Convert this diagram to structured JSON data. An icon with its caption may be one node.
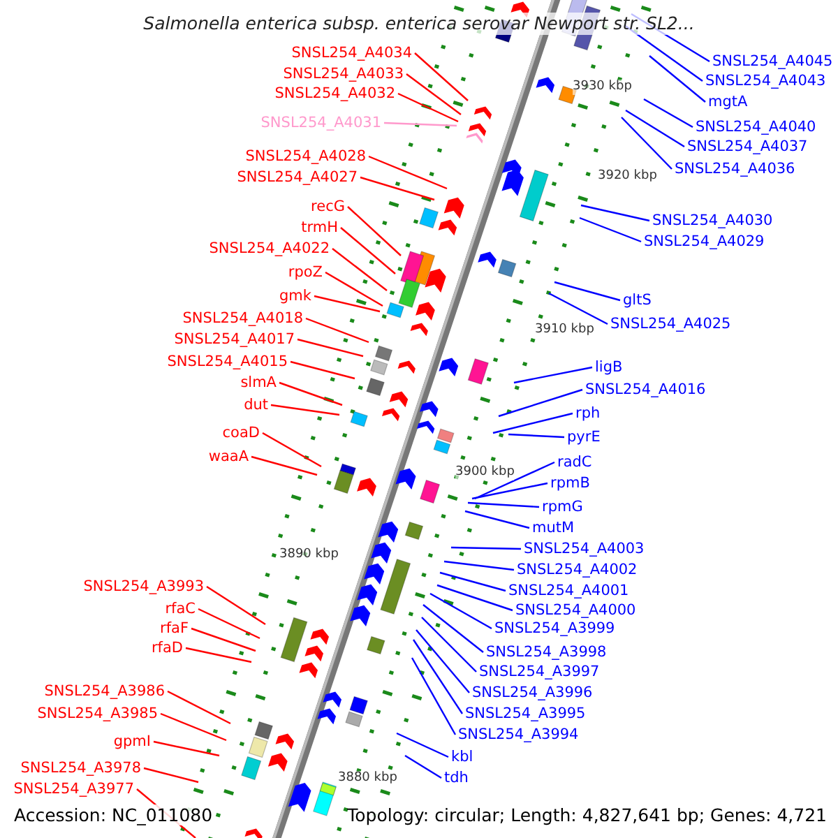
{
  "diagram": {
    "title": "Salmonella enterica subsp. enterica serovar Newport str. SL2...",
    "nodes": [
      {
        "text": [
          "SNSL254_A4034"
        ]
      },
      {
        "text": [
          "SNSL254_A4033"
        ]
      },
      {
        "text": [
          "SNSL254_A4032"
        ]
      },
      {
        "text": [
          "SNSL254_A4031"
        ]
      },
      {
        "text": [
          "SNSL254_A4028"
        ]
      },
      {
        "text": [
          "SNSL254_A4027"
        ]
      },
      {
        "text": [
          "recG"
        ]
      },
      {
        "text": [
          "trmH"
        ]
      },
      {
        "text": [
          "SNSL254_A4022"
        ]
      },
      {
        "text": [
          "rpoZ"
        ]
      },
      {
        "text": [
          "gmk"
        ]
      },
      {
        "text": [
          "SNSL254_A4018"
        ]
      },
      {
        "text": [
          "SNSL254_A4017"
        ]
      },
      {
        "text": [
          "SNSL254_A4015"
        ]
      },
      {
        "text": [
          "slmA"
        ]
      },
      {
        "text": [
          "dut"
        ]
      },
      {
        "text": [
          "coaD"
        ]
      },
      {
        "text": [
          "waaA"
        ]
      },
      {
        "text": [
          "SNSL254_A3993"
        ]
      },
      {
        "text": [
          "rfaC"
        ]
      },
      {
        "text": [
          "rfaF"
        ]
      },
      {
        "text": [
          "rfaD"
        ]
      },
      {
        "text": [
          "SNSL254_A3986"
        ]
      },
      {
        "text": [
          "SNSL254_A3985"
        ]
      },
      {
        "text": [
          "gpmI"
        ]
      },
      {
        "text": [
          "SNSL254_A3978"
        ]
      },
      {
        "text": [
          "SNSL254_A3977"
        ]
      },
      {
        "text": [
          "SNSL254_A4045"
        ]
      },
      {
        "text": [
          "SNSL254_A4043"
        ]
      },
      {
        "text": [
          "mgtA"
        ]
      },
      {
        "text": [
          "SNSL254_A4040"
        ]
      },
      {
        "text": [
          "SNSL254_A4037"
        ]
      },
      {
        "text": [
          "SNSL254_A4036"
        ]
      },
      {
        "text": [
          "SNSL254_A4030"
        ]
      },
      {
        "text": [
          "SNSL254_A4029"
        ]
      },
      {
        "text": [
          "gltS"
        ]
      },
      {
        "text": [
          "SNSL254_A4025"
        ]
      },
      {
        "text": [
          "ligB"
        ]
      },
      {
        "text": [
          "SNSL254_A4016"
        ]
      },
      {
        "text": [
          "rph"
        ]
      },
      {
        "text": [
          "pyrE"
        ]
      },
      {
        "text": [
          "radC"
        ]
      },
      {
        "text": [
          "rpmB"
        ]
      },
      {
        "text": [
          "rpmG"
        ]
      },
      {
        "text": [
          "mutM"
        ]
      },
      {
        "text": [
          "SNSL254_A4003"
        ]
      },
      {
        "text": [
          "SNSL254_A4002"
        ]
      },
      {
        "text": [
          "SNSL254_A4001"
        ]
      },
      {
        "text": [
          "SNSL254_A4000"
        ]
      },
      {
        "text": [
          "SNSL254_A3999"
        ]
      },
      {
        "text": [
          "SNSL254_A3998"
        ]
      },
      {
        "text": [
          "SNSL254_A3997"
        ]
      },
      {
        "text": [
          "SNSL254_A3996"
        ]
      },
      {
        "text": [
          "SNSL254_A3995"
        ]
      },
      {
        "text": [
          "SNSL254_A3994"
        ]
      },
      {
        "text": [
          "kbl"
        ]
      },
      {
        "text": [
          "tdh"
        ]
      }
    ],
    "edges": [
      {
        "from": 0,
        "to": null,
        "arrow": "none",
        "color": "#ff0000"
      },
      {
        "from": 1,
        "to": null,
        "arrow": "none",
        "color": "#ff0000"
      },
      {
        "from": 2,
        "to": null,
        "arrow": "none",
        "color": "#ff0000"
      },
      {
        "from": 3,
        "to": null,
        "arrow": "none",
        "color": "#ff99cc"
      },
      {
        "from": 4,
        "to": null,
        "arrow": "none",
        "color": "#ff0000"
      },
      {
        "from": 5,
        "to": null,
        "arrow": "none",
        "color": "#ff0000"
      },
      {
        "from": 6,
        "to": null,
        "arrow": "none",
        "color": "#ff0000"
      },
      {
        "from": 7,
        "to": null,
        "arrow": "none",
        "color": "#ff0000"
      },
      {
        "from": 8,
        "to": null,
        "arrow": "none",
        "color": "#ff0000"
      },
      {
        "from": 9,
        "to": null,
        "arrow": "none",
        "color": "#ff0000"
      },
      {
        "from": 10,
        "to": null,
        "arrow": "none",
        "color": "#ff0000"
      },
      {
        "from": 11,
        "to": null,
        "arrow": "none",
        "color": "#ff0000"
      },
      {
        "from": 12,
        "to": null,
        "arrow": "none",
        "color": "#ff0000"
      },
      {
        "from": 13,
        "to": null,
        "arrow": "none",
        "color": "#ff0000"
      },
      {
        "from": 14,
        "to": null,
        "arrow": "none",
        "color": "#ff0000"
      },
      {
        "from": 15,
        "to": null,
        "arrow": "none",
        "color": "#ff0000"
      },
      {
        "from": 16,
        "to": null,
        "arrow": "none",
        "color": "#ff0000"
      },
      {
        "from": 17,
        "to": null,
        "arrow": "none",
        "color": "#ff0000"
      },
      {
        "from": 18,
        "to": null,
        "arrow": "none",
        "color": "#ff0000"
      },
      {
        "from": 19,
        "to": null,
        "arrow": "none",
        "color": "#ff0000"
      },
      {
        "from": 20,
        "to": null,
        "arrow": "none",
        "color": "#ff0000"
      },
      {
        "from": 21,
        "to": null,
        "arrow": "none",
        "color": "#ff0000"
      },
      {
        "from": 22,
        "to": null,
        "arrow": "none",
        "color": "#ff0000"
      },
      {
        "from": 23,
        "to": null,
        "arrow": "none",
        "color": "#ff0000"
      },
      {
        "from": 24,
        "to": null,
        "arrow": "none",
        "color": "#ff0000"
      },
      {
        "from": 25,
        "to": null,
        "arrow": "none",
        "color": "#ff0000"
      },
      {
        "from": 26,
        "to": null,
        "arrow": "none",
        "color": "#ff0000"
      },
      {
        "from": 27,
        "to": null,
        "arrow": "none"
      },
      {
        "from": 28,
        "to": null,
        "arrow": "none"
      },
      {
        "from": 29,
        "to": null,
        "arrow": "none"
      },
      {
        "from": 30,
        "to": null,
        "arrow": "none"
      },
      {
        "from": 31,
        "to": null,
        "arrow": "none"
      },
      {
        "from": 32,
        "to": null,
        "arrow": "none"
      },
      {
        "from": 33,
        "to": null,
        "arrow": "none"
      },
      {
        "from": 34,
        "to": null,
        "arrow": "none"
      },
      {
        "from": 35,
        "to": null,
        "arrow": "none"
      },
      {
        "from": 36,
        "to": null,
        "arrow": "none"
      },
      {
        "from": 37,
        "to": null,
        "arrow": "none"
      },
      {
        "from": 38,
        "to": null,
        "arrow": "none"
      },
      {
        "from": 39,
        "to": null,
        "arrow": "none"
      },
      {
        "from": 40,
        "to": null,
        "arrow": "none"
      },
      {
        "from": 41,
        "to": null,
        "arrow": "none"
      },
      {
        "from": 42,
        "to": null,
        "arrow": "none"
      },
      {
        "from": 43,
        "to": null,
        "arrow": "none"
      },
      {
        "from": 44,
        "to": null,
        "arrow": "none"
      },
      {
        "from": 45,
        "to": null,
        "arrow": "none"
      },
      {
        "from": 46,
        "to": null,
        "arrow": "none"
      },
      {
        "from": 47,
        "to": null,
        "arrow": "none"
      },
      {
        "from": 48,
        "to": null,
        "arrow": "none"
      },
      {
        "from": 49,
        "to": null,
        "arrow": "none"
      },
      {
        "from": 50,
        "to": null,
        "arrow": "none"
      },
      {
        "from": 51,
        "to": null,
        "arrow": "none"
      },
      {
        "from": 52,
        "to": null,
        "arrow": "none"
      },
      {
        "from": 53,
        "to": null,
        "arrow": "none"
      },
      {
        "from": 54,
        "to": null,
        "arrow": "none"
      },
      {
        "from": 55,
        "to": null,
        "arrow": "none"
      },
      {
        "from": 56,
        "to": null,
        "arrow": "none"
      }
    ],
    "labels": [
      "3930 kbp",
      "3920 kbp",
      "3910 kbp",
      "3900 kbp",
      "3890 kbp",
      "3880 kbp",
      "Accession: NC_011080",
      "Topology: circular; Length: 4,827,641 bp; Genes: 4,721"
    ]
  }
}
